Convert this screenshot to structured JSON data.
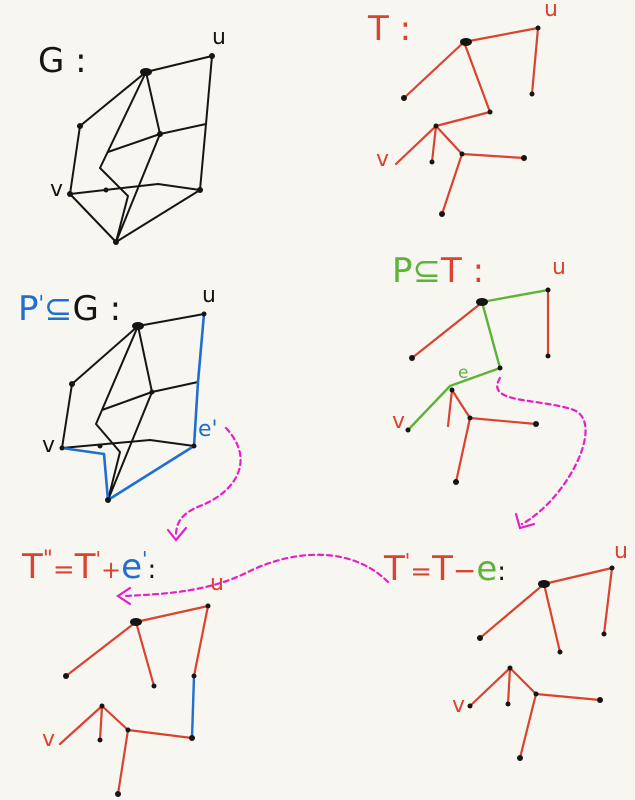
{
  "colors": {
    "background": "#f8f6f1",
    "graph": "#151515",
    "tree": "#d9432f",
    "path_p_prime": "#1f6fd1",
    "path_p": "#5cb338",
    "arrow": "#e61ec8"
  },
  "labels": {
    "g_title": "G :",
    "t_title": "T :",
    "p_prime_title": {
      "p": "P",
      "prime": "'",
      "subset": "⊆",
      "g": "G :"
    },
    "p_title": {
      "p": "P",
      "subset": "⊆",
      "t": "T :"
    },
    "t_double_prime_title": {
      "t": "T",
      "dprime": "\"",
      "eq": "=",
      "t2": "T",
      "prime": "'",
      "plus": "+",
      "e": "e",
      "eprime": "'",
      "colon": ":"
    },
    "t_prime_title": {
      "t": "T",
      "prime": "'",
      "eq": "=",
      "t2": "T",
      "minus": "−",
      "e": "e",
      "colon": ":"
    },
    "vertex_u": "u",
    "vertex_v": "v",
    "edge_e": "e",
    "edge_e_prime": "e'"
  }
}
